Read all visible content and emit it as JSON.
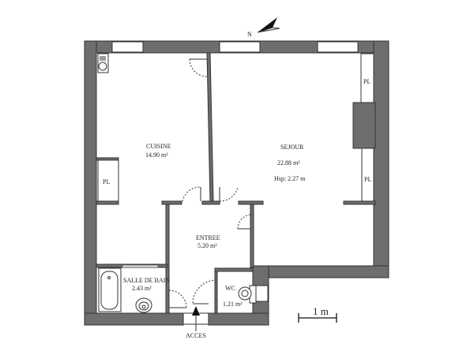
{
  "plan": {
    "colors": {
      "wall": "#6e6e6e",
      "wall_stroke": "#333333",
      "window": "#ffffff",
      "floor": "#ffffff",
      "line": "#333333"
    },
    "north": {
      "label": "N"
    },
    "scale": {
      "label": "1 m"
    },
    "access": {
      "label": "ACCES"
    },
    "rooms": {
      "cuisine": {
        "name": "CUISINE",
        "area": "14.90 m²"
      },
      "sejour": {
        "name": "SEJOUR",
        "area": "22.88 m²",
        "height": "Hsp: 2.27 m"
      },
      "entree": {
        "name": "ENTREE",
        "area": "5.20 m²"
      },
      "sdb": {
        "name": "SALLE DE BAIN",
        "area": "2.43 m²"
      },
      "wc": {
        "name": "WC",
        "area": "1.21 m²"
      }
    },
    "closets": [
      {
        "label": "PL"
      },
      {
        "label": "PL"
      },
      {
        "label": "PL"
      }
    ]
  }
}
